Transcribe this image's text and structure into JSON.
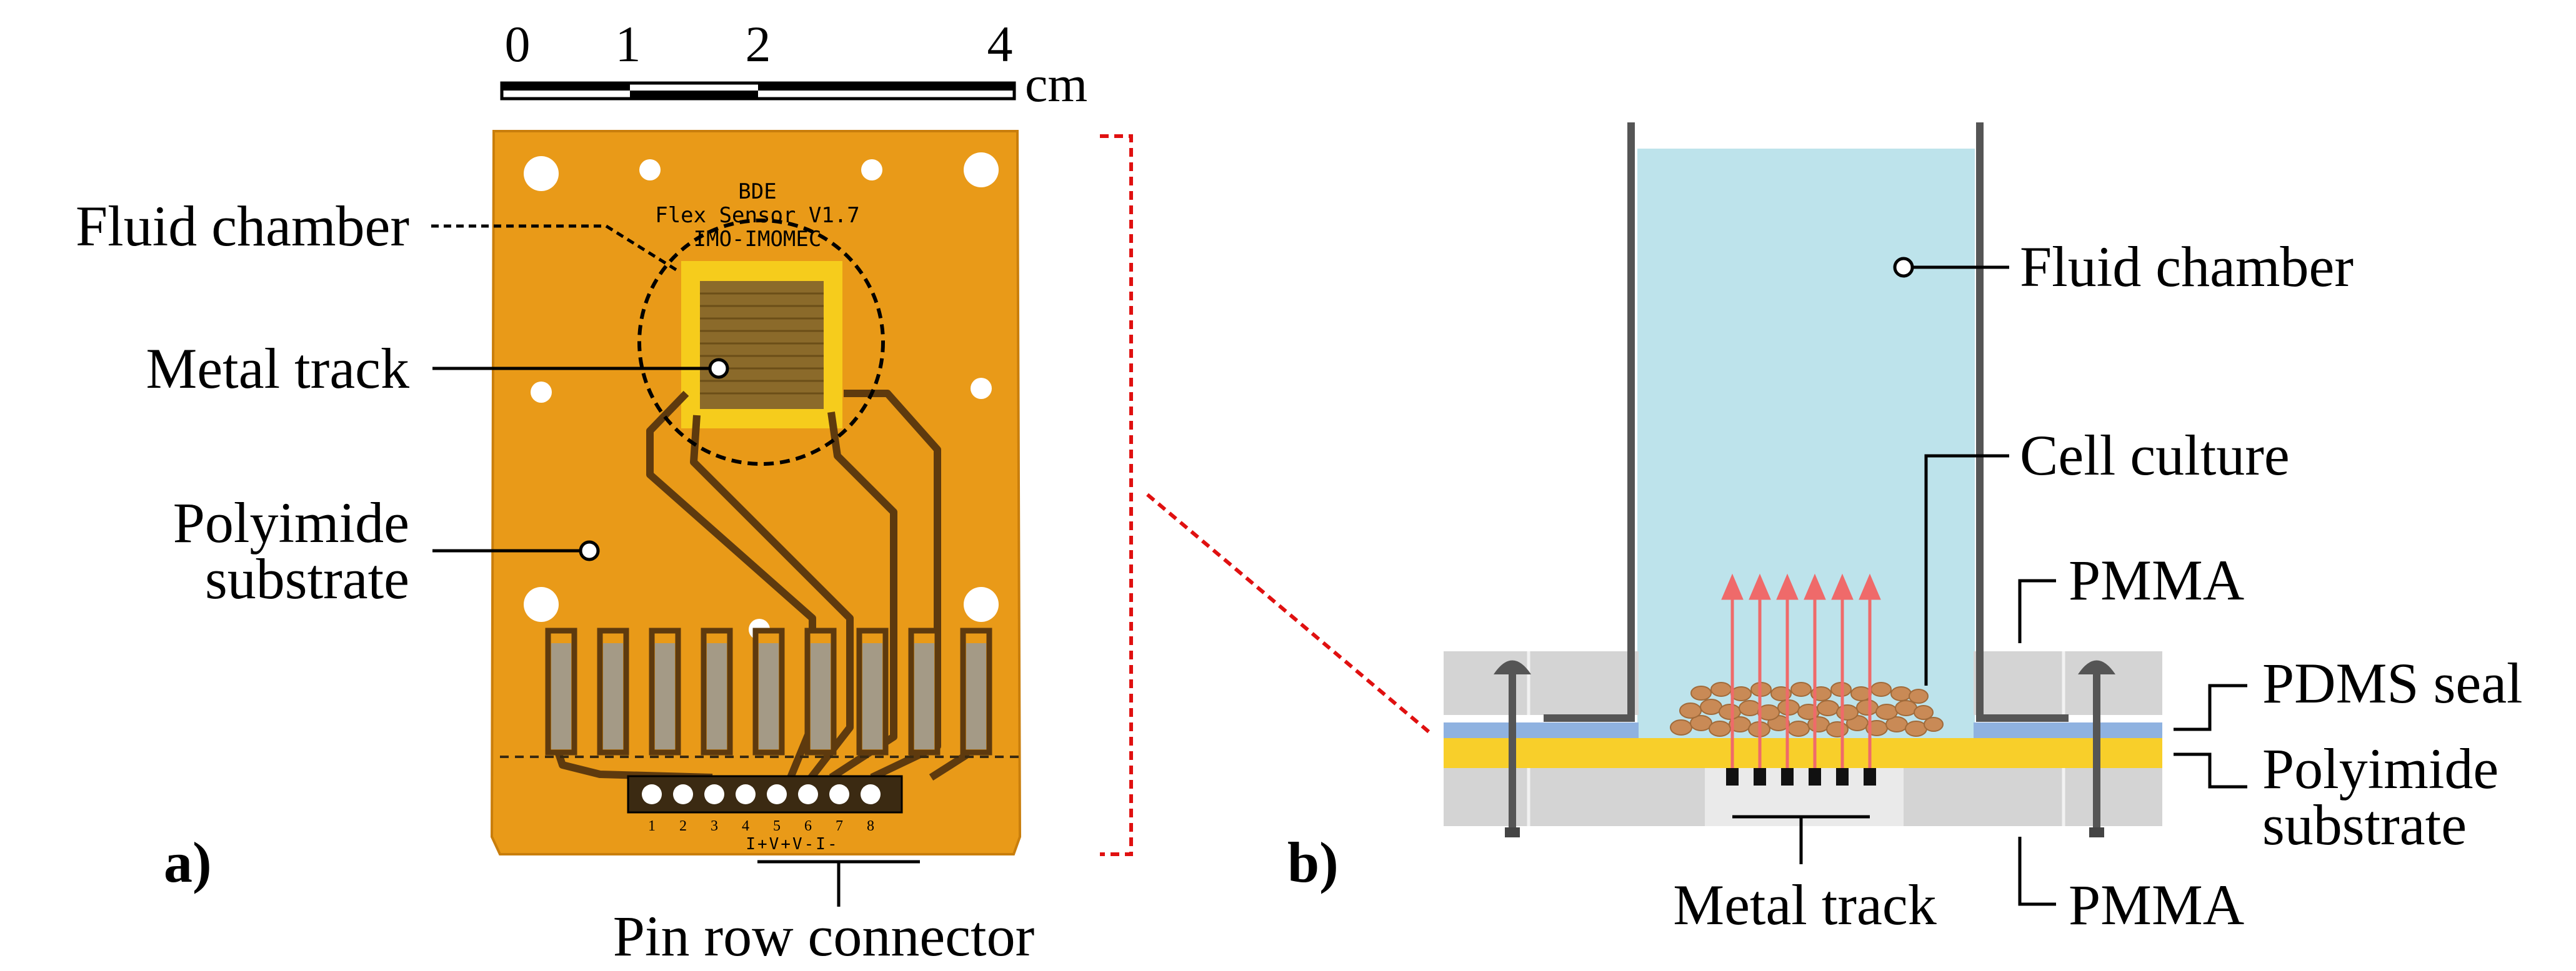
{
  "panel_a": {
    "panel_label": "a)",
    "scale_bar": {
      "ticks": [
        "0",
        "1",
        "2",
        "4"
      ],
      "unit": "cm"
    },
    "board_text": [
      "BDE",
      "Flex Sensor V1.7",
      "IMO-IMOMEC"
    ],
    "pin_numbers": [
      "1",
      "2",
      "3",
      "4",
      "5",
      "6",
      "7",
      "8"
    ],
    "pin_signals": "I+V+V-I-",
    "labels": {
      "fluid_chamber": "Fluid chamber",
      "metal_track": "Metal track",
      "polyimide_line1": "Polyimide",
      "polyimide_line2": "substrate",
      "pin_row_connector": "Pin row connector"
    }
  },
  "panel_b": {
    "panel_label": "b)",
    "labels": {
      "fluid_chamber": "Fluid chamber",
      "cell_culture": "Cell culture",
      "pmma_top": "PMMA",
      "pdms_seal": "PDMS seal",
      "polyimide_line1": "Polyimide",
      "polyimide_line2": "substrate",
      "pmma_bottom": "PMMA",
      "metal_track": "Metal track"
    }
  },
  "colors": {
    "polyimide_orange": "#E99A18",
    "sensor_yellow": "#F6CC1C",
    "copper_trace": "#5E3A0E",
    "fluid_blue": "#BDE3EB",
    "pmma_gray": "#D4D4D4",
    "pdms_blue": "#8FB2E0",
    "polyimide_yellow": "#F8CF2A",
    "cell_brown": "#C98A56",
    "arrow_red": "#EF6A6A",
    "leader_red": "#E01010"
  }
}
